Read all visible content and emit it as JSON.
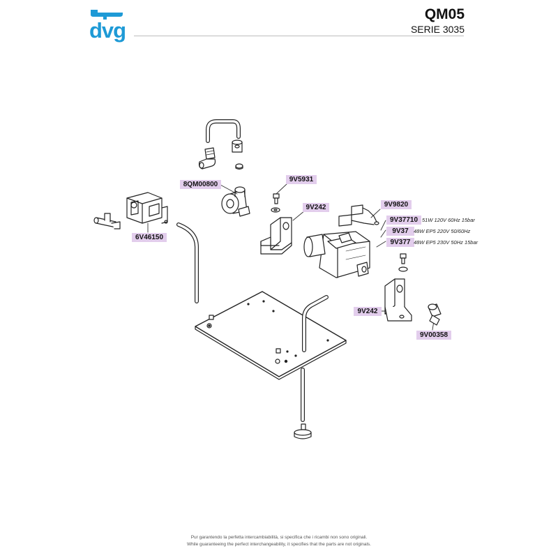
{
  "brand": {
    "logo_text": "dvg",
    "accent_color": "#1e9ad6"
  },
  "header": {
    "model": "QM05",
    "series": "SERIE 3035"
  },
  "labels": {
    "l_8QM00800": "8QM00800",
    "l_9V5931": "9V5931",
    "l_9V242_top": "9V242",
    "l_9V9820": "9V9820",
    "l_9V37710": "9V37710",
    "l_9V37": "9V37",
    "l_9V377": "9V377",
    "l_6V46150": "6V46150",
    "l_9V242_bottom": "9V242",
    "l_9V00358": "9V00358"
  },
  "specs": {
    "s_9V37710": "51W 120V 60Hz 15bar",
    "s_9V37": "48W EP5 220V 50/60Hz",
    "s_9V377": "48W EP5 230V 50Hz 15bar"
  },
  "footer": {
    "line_it": "Pur garantendo la perfetta intercambiabilità, si specifica che i ricambi non sono originali.",
    "line_en": "While guaranteeing the perfect interchangeability, it specifies that the parts are not originals."
  },
  "colors": {
    "label_bg": "#e2cdec",
    "line": "#222222"
  }
}
